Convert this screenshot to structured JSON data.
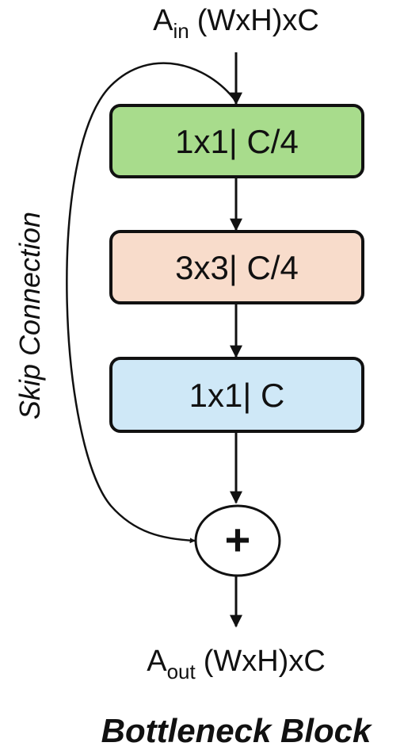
{
  "input": {
    "main": "A",
    "sub": "in",
    "rest": "(WxH)xC"
  },
  "output": {
    "main": "A",
    "sub": "out",
    "rest": "(WxH)xC"
  },
  "blocks": [
    {
      "label": "1x1| C/4",
      "fill": "#a8dc8c"
    },
    {
      "label": "3x3| C/4",
      "fill": "#f8dccb"
    },
    {
      "label": "1x1| C",
      "fill": "#cfe8f7"
    }
  ],
  "adder": {
    "symbol": "+"
  },
  "skip": {
    "label": "Skip Connection"
  },
  "title": "Bottleneck Block",
  "colors": {
    "stroke": "#111111",
    "background": "#ffffff"
  }
}
